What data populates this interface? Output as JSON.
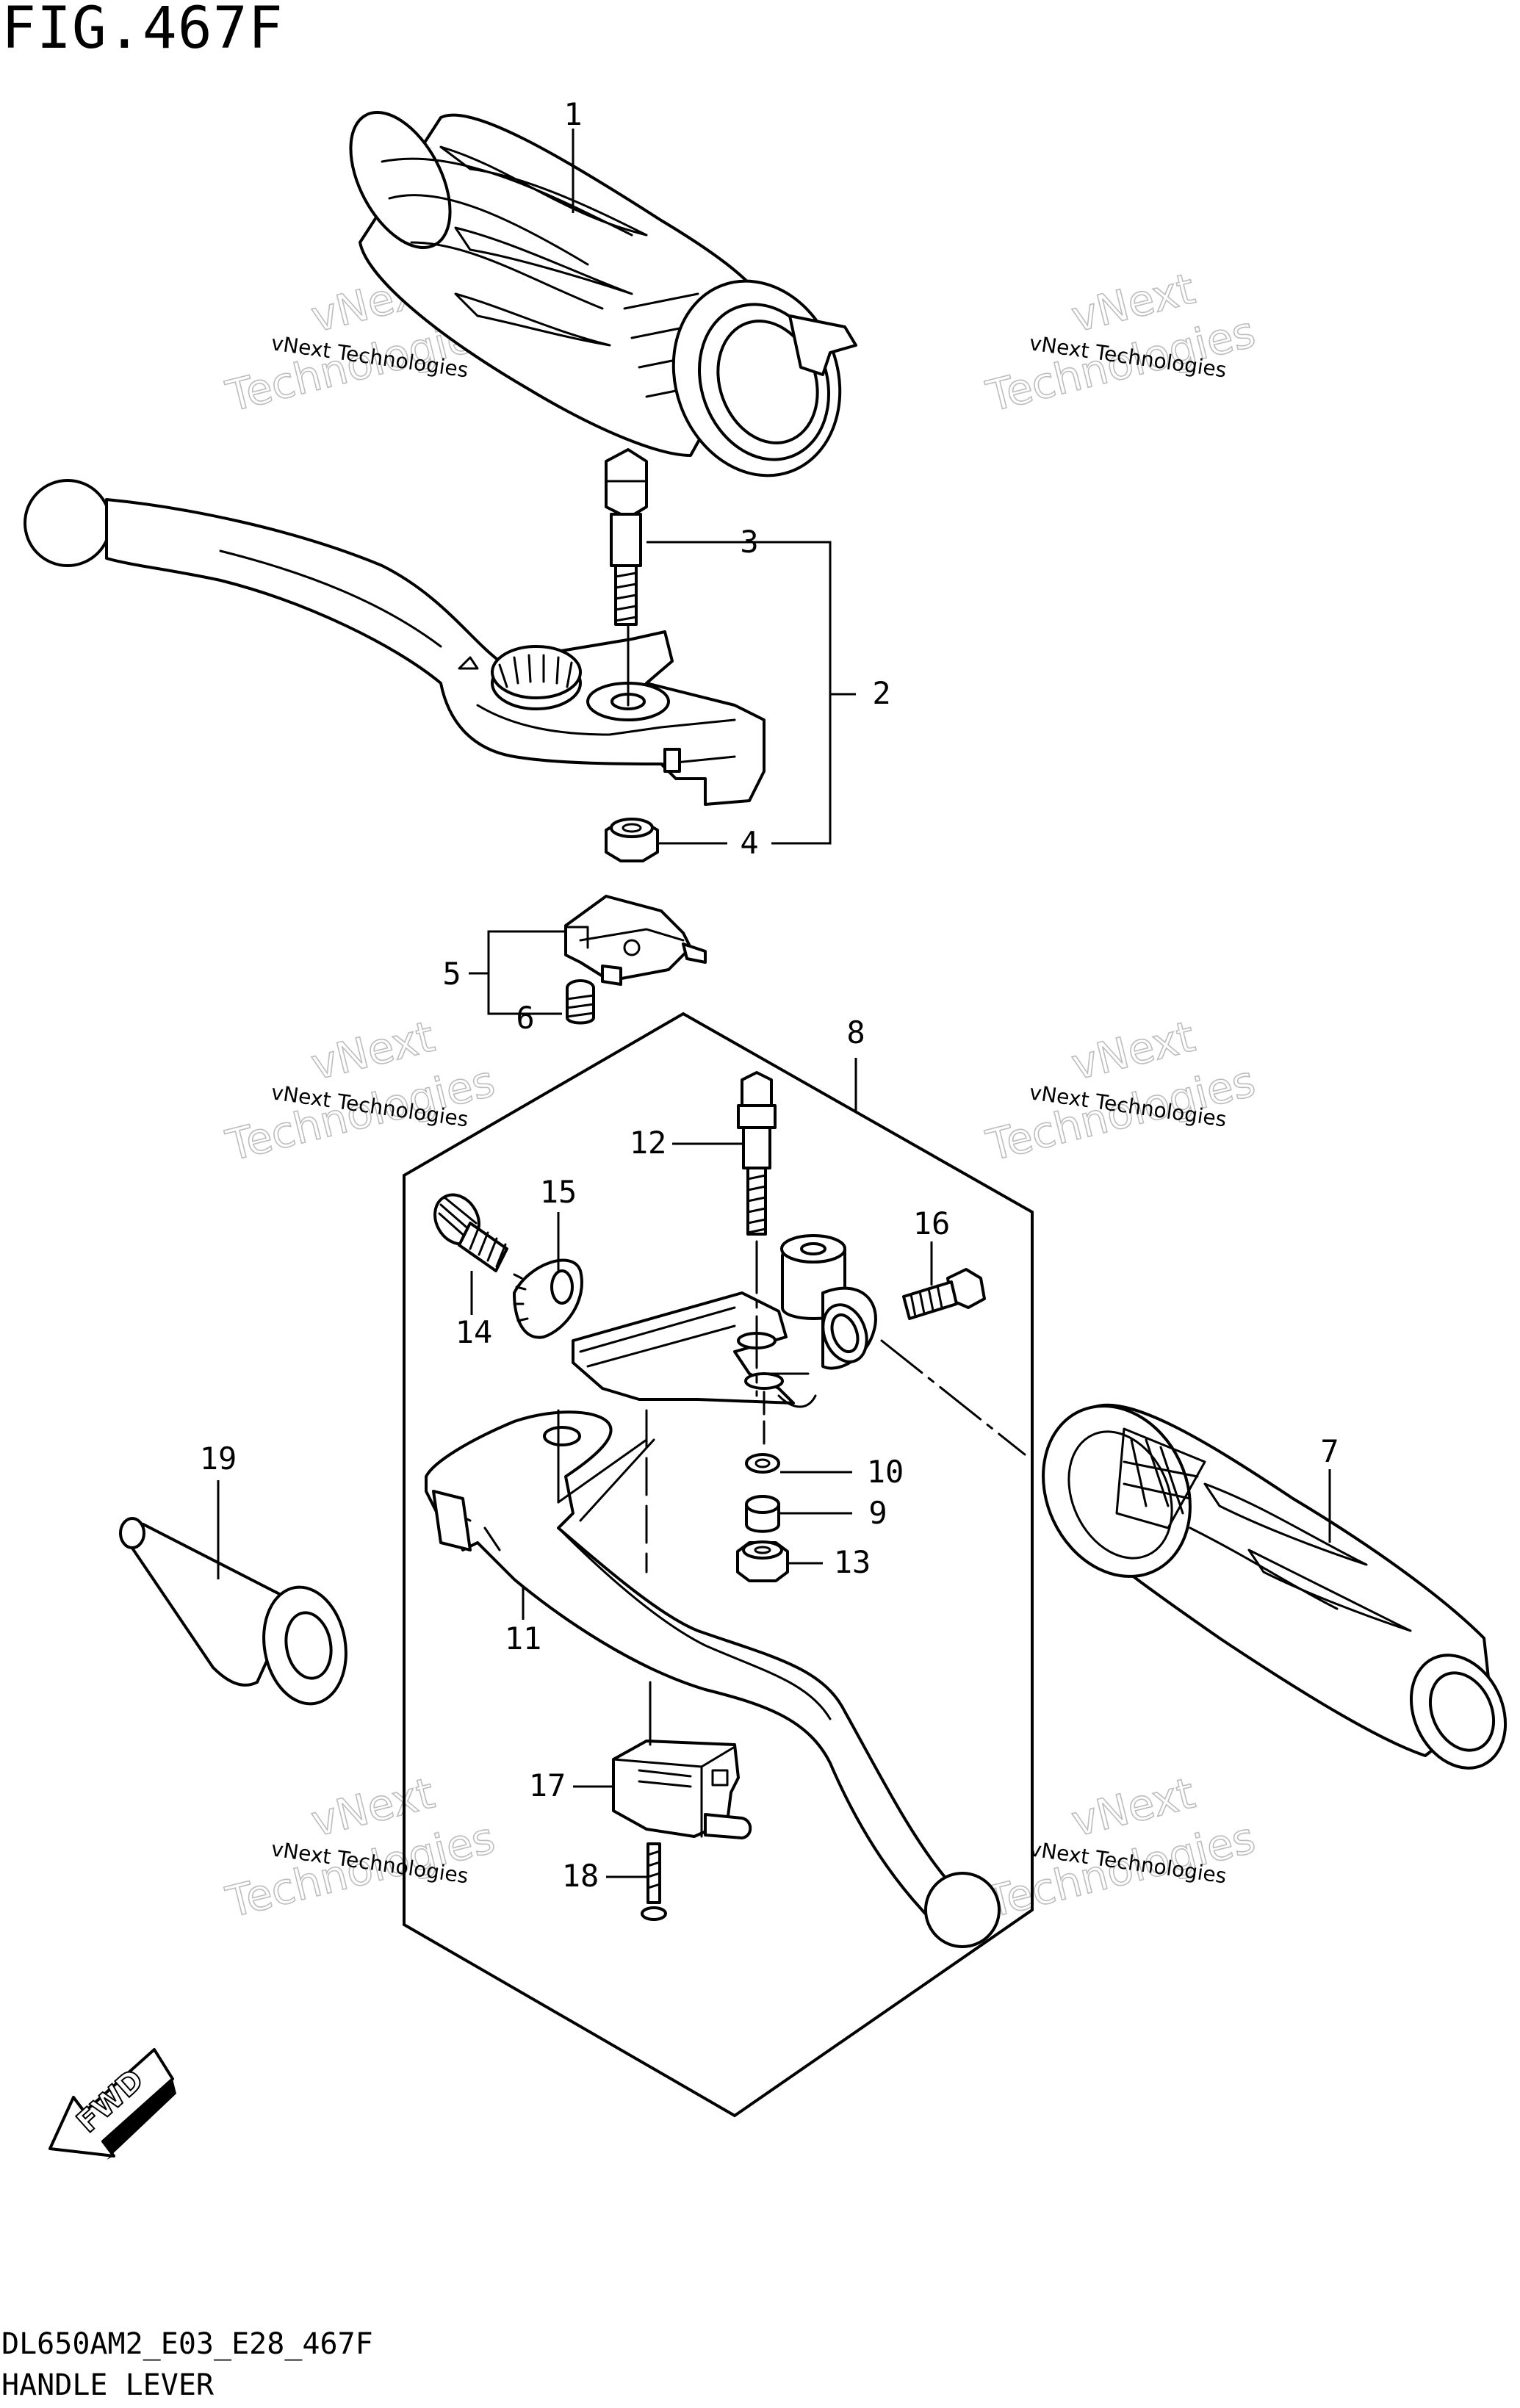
{
  "figure": {
    "title": "FIG.467F",
    "model_code": "DL650AM2_E03_E28_467F",
    "section_name": "HANDLE LEVER"
  },
  "callouts": [
    {
      "id": "1",
      "label": "1"
    },
    {
      "id": "2",
      "label": "2"
    },
    {
      "id": "3",
      "label": "3"
    },
    {
      "id": "4",
      "label": "4"
    },
    {
      "id": "5",
      "label": "5"
    },
    {
      "id": "6",
      "label": "6"
    },
    {
      "id": "7",
      "label": "7"
    },
    {
      "id": "8",
      "label": "8"
    },
    {
      "id": "9",
      "label": "9"
    },
    {
      "id": "10",
      "label": "10"
    },
    {
      "id": "11",
      "label": "11"
    },
    {
      "id": "12",
      "label": "12"
    },
    {
      "id": "13",
      "label": "13"
    },
    {
      "id": "14",
      "label": "14"
    },
    {
      "id": "15",
      "label": "15"
    },
    {
      "id": "16",
      "label": "16"
    },
    {
      "id": "17",
      "label": "17"
    },
    {
      "id": "18",
      "label": "18"
    },
    {
      "id": "19",
      "label": "19"
    }
  ],
  "watermark": {
    "line1": "vNext Technologies",
    "line2": "Technologies",
    "line3": "vNext"
  },
  "fwd_arrow": {
    "label": "FWD"
  }
}
